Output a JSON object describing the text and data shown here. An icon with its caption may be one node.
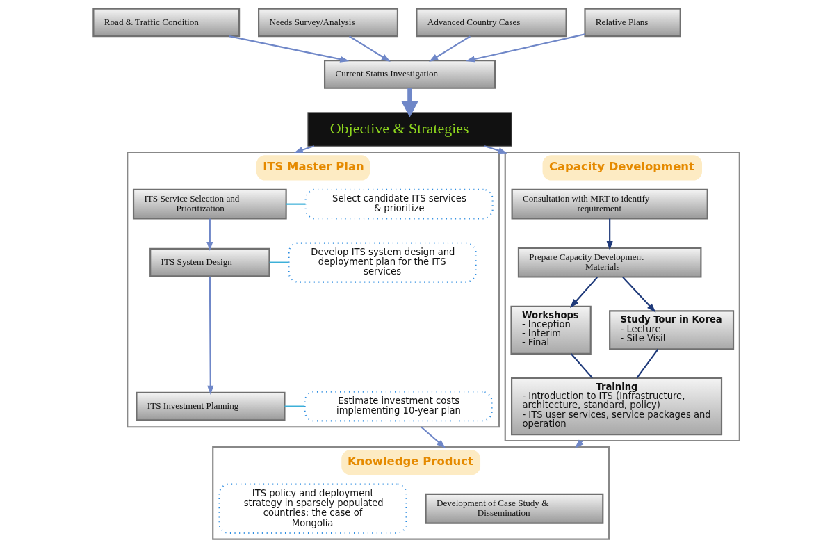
{
  "diagram": {
    "nodes": [
      {
        "text": [
          "Road & Traffic Condition"
        ]
      },
      {
        "text": [
          "Needs Survey/Analysis"
        ]
      },
      {
        "text": [
          "Advanced Country Cases"
        ]
      },
      {
        "text": [
          "Relative Plans"
        ]
      },
      {
        "text": [
          "Current Status Investigation"
        ]
      },
      {
        "text": [
          "Objective & Strategies"
        ]
      },
      {
        "text": [
          "ITS Master Plan"
        ]
      },
      {
        "text": [
          "ITS Service Selection and Prioritization"
        ],
        "in": 6
      },
      {
        "text": [
          "Select candidate ITS services & prioritize"
        ],
        "in": 6
      },
      {
        "text": [
          "ITS System Design"
        ],
        "in": 6
      },
      {
        "text": [
          "Develop ITS system design and deployment plan for the ITS services"
        ],
        "in": 6
      },
      {
        "text": [
          "ITS Investment Planning"
        ],
        "in": 6
      },
      {
        "text": [
          "Estimate investment costs implementing 10-year plan"
        ],
        "in": 6
      },
      {
        "text": [
          "Capacity Development"
        ]
      },
      {
        "text": [
          "Consultation with MRT to identify requirement"
        ],
        "in": 13
      },
      {
        "text": [
          "Prepare Capacity Development Materials"
        ],
        "in": 13
      },
      {
        "text": [
          "Workshops",
          "- Inception",
          "- Interim",
          "- Final"
        ],
        "in": 13
      },
      {
        "text": [
          "Study Tour in Korea",
          "- Lecture",
          "- Site Visit"
        ],
        "in": 13
      },
      {
        "text": [
          "Training",
          "- Introduction to ITS (Infrastructure, architecture, standard, policy)",
          "- ITS user services, service packages and operation"
        ],
        "in": 13
      },
      {
        "text": [
          "Knowledge Product"
        ]
      },
      {
        "text": [
          "Development of Case Study & Dissemination"
        ],
        "in": 19
      },
      {
        "text": [
          "ITS policy and deployment strategy in sparsely populated countries: the case of Mongolia"
        ],
        "in": 19
      }
    ],
    "edges": [
      {
        "from": 0,
        "to": 4,
        "arrow": "to"
      },
      {
        "from": 1,
        "to": 4,
        "arrow": "to"
      },
      {
        "from": 2,
        "to": 4,
        "arrow": "to"
      },
      {
        "from": 3,
        "to": 4,
        "arrow": "to"
      },
      {
        "from": 4,
        "to": 5,
        "arrow": "to",
        "style": "thick"
      },
      {
        "from": 5,
        "to": 6,
        "arrow": "to"
      },
      {
        "from": 5,
        "to": 13,
        "arrow": "to"
      },
      {
        "from": 7,
        "to": 8,
        "arrow": "none",
        "color": "#3cb0d8"
      },
      {
        "from": 7,
        "to": 9,
        "arrow": "to"
      },
      {
        "from": 9,
        "to": 10,
        "arrow": "none",
        "color": "#3cb0d8"
      },
      {
        "from": 9,
        "to": 11,
        "arrow": "to"
      },
      {
        "from": 11,
        "to": 12,
        "arrow": "none",
        "color": "#3cb0d8"
      },
      {
        "from": 14,
        "to": 15,
        "arrow": "to",
        "color": "#1f3a7a"
      },
      {
        "from": 15,
        "to": 16,
        "arrow": "to",
        "color": "#1f3a7a"
      },
      {
        "from": 15,
        "to": 17,
        "arrow": "to",
        "color": "#1f3a7a"
      },
      {
        "from": 16,
        "to": 18,
        "arrow": "none",
        "color": "#1f3a7a"
      },
      {
        "from": 17,
        "to": 18,
        "arrow": "none",
        "color": "#1f3a7a"
      },
      {
        "from": 6,
        "to": 19,
        "arrow": "to"
      },
      {
        "from": 13,
        "to": 19,
        "arrow": "to"
      }
    ]
  }
}
